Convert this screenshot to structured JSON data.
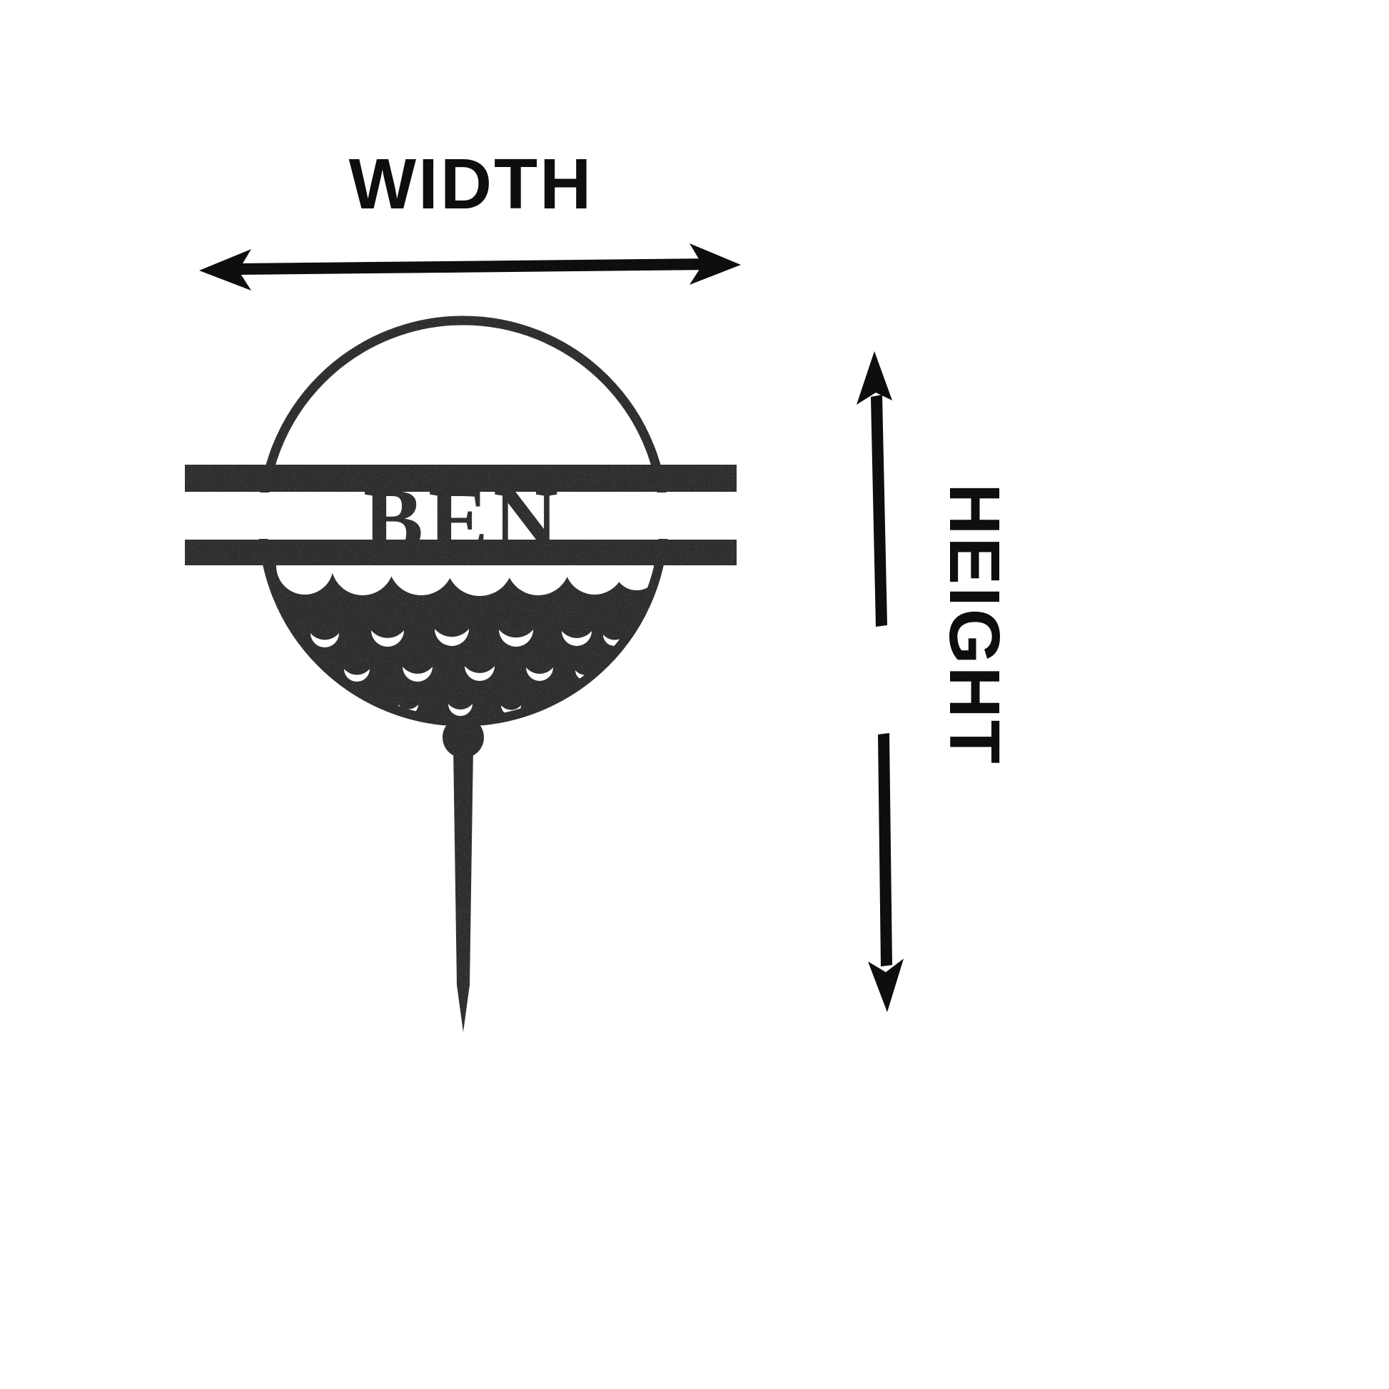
{
  "dimension_labels": {
    "width": "WIDTH",
    "height": "HEIGHT"
  },
  "monogram": {
    "name": "BEN"
  },
  "colors": {
    "background": "#ffffff",
    "ink": "#0e0e0e",
    "sign": "#2e2e2e"
  }
}
